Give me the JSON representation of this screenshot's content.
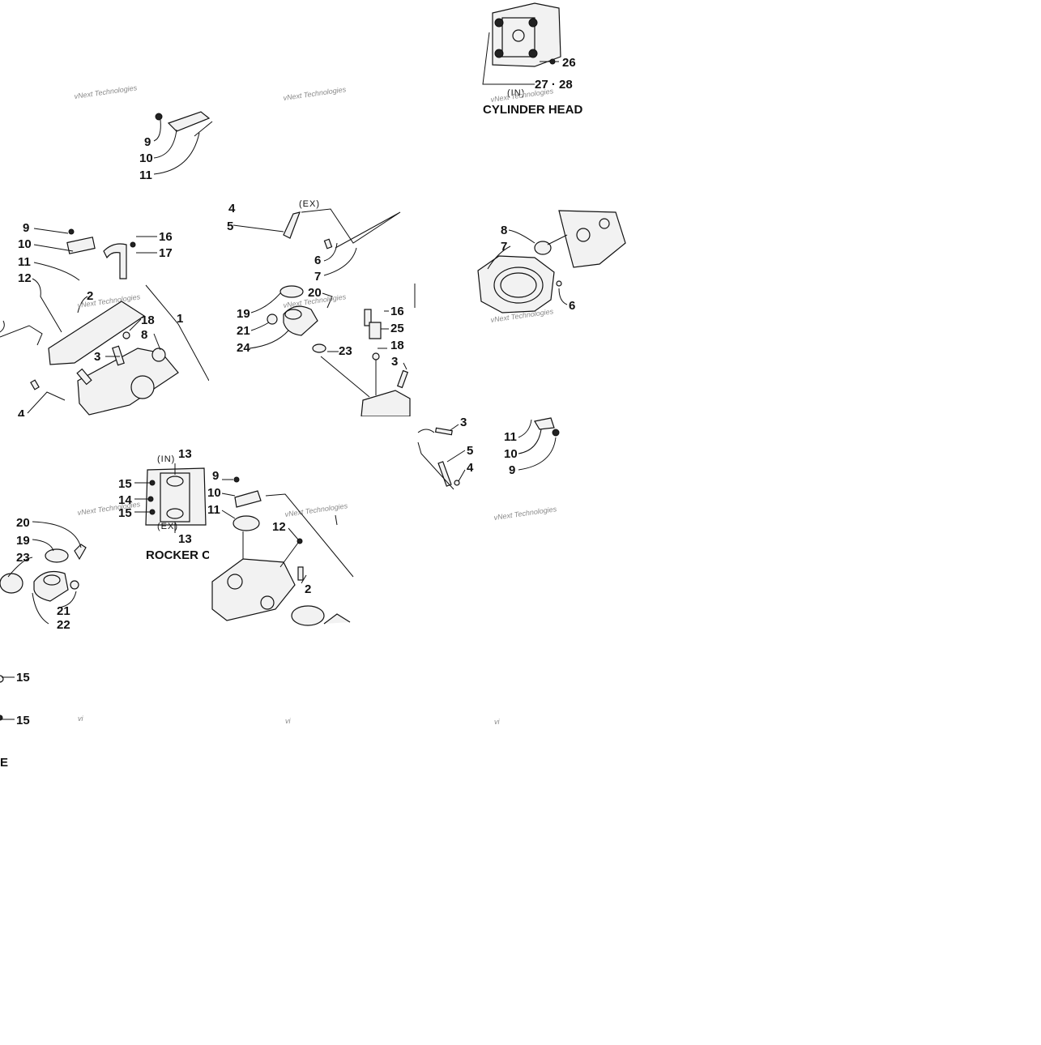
{
  "diagram": {
    "captions": {
      "cylinder_head": "CYLINDER HEAD",
      "rocker_case": "ROCKER CAS",
      "bottom_fragment": "E"
    },
    "tags": {
      "in_top": "(IN)",
      "ex_mid": "(EX)",
      "in_rocker": "(IN)",
      "ex_rocker": "(EX)"
    },
    "watermark": "vNext Technologies",
    "watermark_short": "vi",
    "callouts": {
      "t1_9": "9",
      "t1_10": "10",
      "t1_11": "11",
      "t2_26": "26",
      "t2_2728": "27 · 28",
      "m1_9": "9",
      "m1_10": "10",
      "m1_11": "11",
      "m1_12": "12",
      "m1_2": "2",
      "m1_16": "16",
      "m1_17": "17",
      "m1_18": "18",
      "m1_1": "1",
      "m1_8": "8",
      "m1_3": "3",
      "m1_4": "4",
      "m2_4": "4",
      "m2_5": "5",
      "m2_6": "6",
      "m2_7": "7",
      "m2_20": "20",
      "m2_19": "19",
      "m2_21": "21",
      "m2_24": "24",
      "m2_23": "23",
      "m2_16": "16",
      "m2_25": "25",
      "m2_18": "18",
      "m2_3": "3",
      "m2_22": "22",
      "m3_8": "8",
      "m3_7": "7",
      "m3_6": "6",
      "r_13a": "13",
      "r_15a": "15",
      "r_14": "14",
      "r_15b": "15",
      "r_13b": "13",
      "r_9": "9",
      "r_10": "10",
      "r_11": "11",
      "r_12": "12",
      "r_2": "2",
      "l_20": "20",
      "l_19": "19",
      "l_23": "23",
      "l_21": "21",
      "l_22": "22",
      "s_3": "3",
      "s_5": "5",
      "s_4": "4",
      "s2_11": "11",
      "s2_10": "10",
      "s2_9": "9",
      "b_15a": "15",
      "b_15b": "15"
    }
  }
}
